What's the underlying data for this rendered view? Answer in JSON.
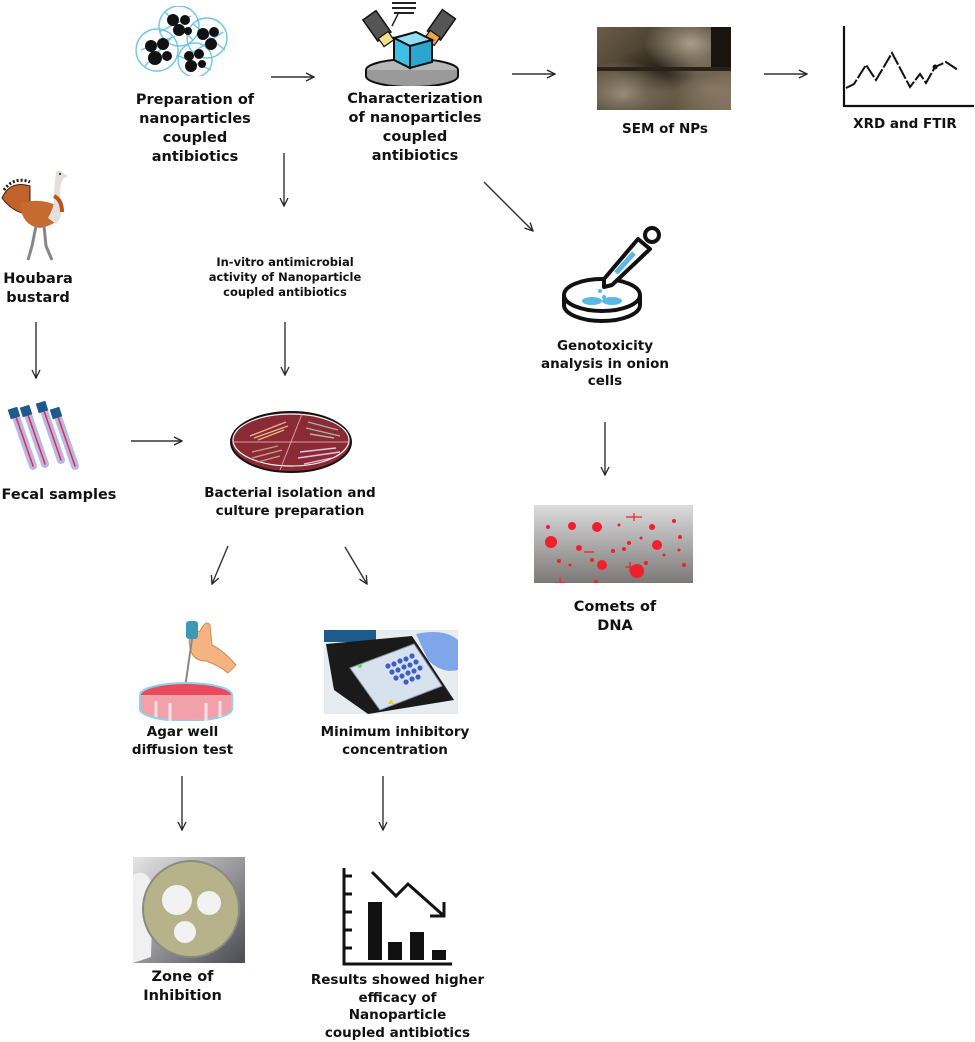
{
  "diagram": {
    "type": "workflow-flowchart",
    "nodes": {
      "prep": {
        "label": "Preparation of nanoparticles coupled antibiotics",
        "lines": [
          "Preparation of",
          "nanoparticles",
          "coupled",
          "antibiotics"
        ],
        "icon": "nanoparticle-cluster-icon"
      },
      "char": {
        "label": "Characterization of nanoparticles coupled antibiotics",
        "lines": [
          "Characterization",
          "of nanoparticles",
          "coupled",
          "antibiotics"
        ],
        "icon": "microscope-stage-cube-icon"
      },
      "sem": {
        "label": "SEM of NPs",
        "lines": [
          "SEM of NPs"
        ],
        "icon": "sem-micrograph-image"
      },
      "xrd": {
        "label": "XRD and FTIR",
        "lines": [
          "XRD and FTIR"
        ],
        "icon": "line-graph-icon"
      },
      "bird": {
        "label": "Houbara bustard",
        "lines": [
          "Houbara",
          "bustard"
        ],
        "icon": "bustard-bird-icon"
      },
      "invitro": {
        "label": "In-vitro antimicrobial activity of Nanoparticle coupled antibiotics",
        "lines": [
          "In-vitro antimicrobial",
          "activity of Nanoparticle",
          "coupled antibiotics"
        ]
      },
      "geno": {
        "label": "Genotoxicity analysis in onion cells",
        "lines": [
          "Genotoxicity",
          "analysis in onion",
          "cells"
        ],
        "icon": "dropper-petri-dish-icon"
      },
      "fecal": {
        "label": "Fecal samples",
        "lines": [
          "Fecal samples"
        ],
        "icon": "sample-tubes-icon"
      },
      "bact": {
        "label": "Bacterial isolation and culture preparation",
        "lines": [
          "Bacterial isolation and",
          "culture preparation"
        ],
        "icon": "streak-plate-icon"
      },
      "comets": {
        "label": "Comets of DNA",
        "lines": [
          "Comets of",
          "DNA"
        ],
        "icon": "comet-assay-image"
      },
      "agar": {
        "label": "Agar well diffusion test",
        "lines": [
          "Agar well",
          "diffusion test"
        ],
        "icon": "pipette-agar-plate-icon"
      },
      "mic": {
        "label": "Minimum inhibitory concentration",
        "lines": [
          "Minimum inhibitory",
          "concentration"
        ],
        "icon": "microplate-photo"
      },
      "zone": {
        "label": "Zone of Inhibition",
        "lines": [
          "Zone of",
          "Inhibition"
        ],
        "icon": "inhibition-zone-plate-photo"
      },
      "results": {
        "label": "Results showed higher efficacy of Nanoparticle coupled antibiotics",
        "lines": [
          "Results showed higher",
          "efficacy of Nanoparticle",
          "coupled antibiotics"
        ],
        "icon": "declining-bar-chart-icon"
      }
    },
    "edges": [
      {
        "from": "prep",
        "to": "char"
      },
      {
        "from": "char",
        "to": "sem"
      },
      {
        "from": "sem",
        "to": "xrd"
      },
      {
        "from": "prep",
        "to": "invitro"
      },
      {
        "from": "char",
        "to": "geno"
      },
      {
        "from": "bird",
        "to": "fecal"
      },
      {
        "from": "invitro",
        "to": "bact"
      },
      {
        "from": "fecal",
        "to": "bact"
      },
      {
        "from": "geno",
        "to": "comets"
      },
      {
        "from": "bact",
        "to": "agar"
      },
      {
        "from": "bact",
        "to": "mic"
      },
      {
        "from": "agar",
        "to": "zone"
      },
      {
        "from": "mic",
        "to": "results"
      }
    ]
  },
  "colors": {
    "nanoparticle_outline": "#6ec6e6",
    "cube": "#3cc0e6",
    "plate_red": "#8a2a35",
    "tube_cap": "#1f5a8c",
    "tube_body": "#b9b6ea",
    "tube_line": "#e0303a",
    "comet_red": "#f0202a",
    "agar_pink": "#f2a1ab",
    "drop_blue": "#5ab8e3",
    "bird_orange": "#c0622a"
  }
}
